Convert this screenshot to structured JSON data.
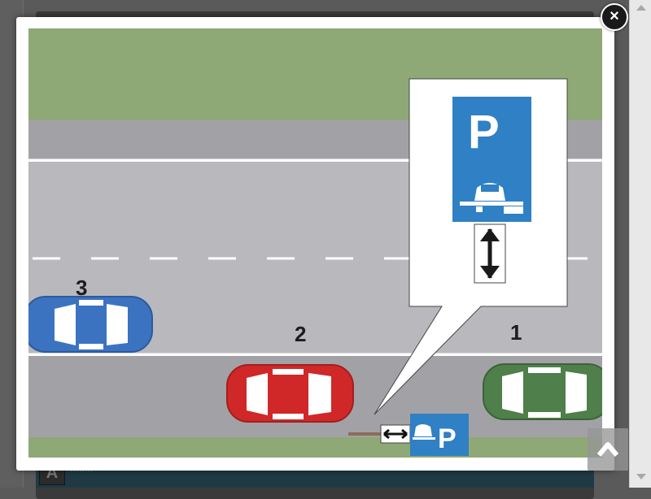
{
  "background": {
    "badge_icon": "A",
    "badge_text": "........"
  },
  "lightbox": {
    "close_label": "×",
    "close_icon": "close-icon",
    "back_to_top_icon": "chevron-up-icon"
  },
  "illustration": {
    "car_labels": [
      "1",
      "2",
      "3"
    ],
    "sign_letter": "P",
    "colors": {
      "grass": "#8ea876",
      "road": "#b9b9bd",
      "sidewalk": "#a2a2a6",
      "sign_blue": "#2f80c4",
      "car1": "#4f7f4a",
      "car2": "#d02828",
      "car3": "#3b73c1"
    }
  }
}
